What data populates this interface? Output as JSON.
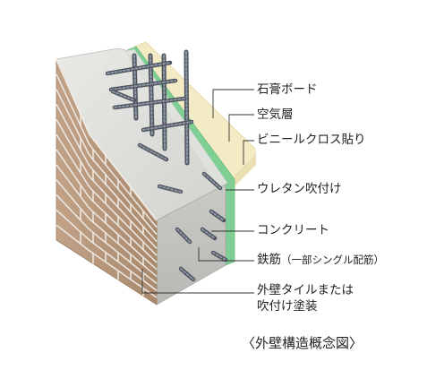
{
  "labels": {
    "gypsum_board": "石膏ボード",
    "air_layer": "空気層",
    "vinyl_cloth": "ビニールクロス貼り",
    "urethane_spray": "ウレタン吹付け",
    "concrete": "コンクリート",
    "rebar_main": "鉄筋",
    "rebar_note": "（一部シングル配筋）",
    "exterior_line1": "外壁タイルまたは",
    "exterior_line2": "吹付け塗装"
  },
  "caption": "〈外壁構造概念図〉",
  "colors": {
    "tile": "#b7977c",
    "tile_joint": "#ece6df",
    "concrete": "#cfcfcc",
    "urethane": "#dfe1dc",
    "air_green": "#7fcf95",
    "gypsum": "#f2ebc4",
    "rebar": "#6a7280"
  }
}
